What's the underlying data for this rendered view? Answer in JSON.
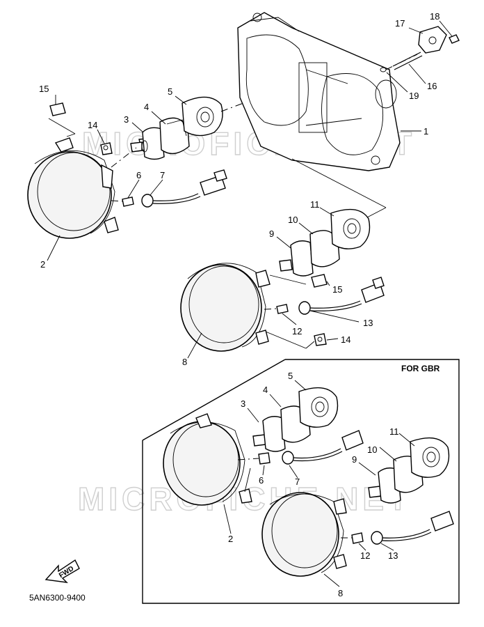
{
  "figure": {
    "watermark": "MICROFICHE.NET",
    "box_label": "FOR GBR",
    "diagram_code": "5AN6300-9400",
    "fwd_label": "FWD"
  },
  "callouts": {
    "c1": "1",
    "c2": "2",
    "c3": "3",
    "c4": "4",
    "c5": "5",
    "c6": "6",
    "c7": "7",
    "c8": "8",
    "c9": "9",
    "c10": "10",
    "c11": "11",
    "c12": "12",
    "c13": "13",
    "c14": "14",
    "c15": "15",
    "c16": "16",
    "c17": "17",
    "c18": "18",
    "c19": "19",
    "g2": "2",
    "g3": "3",
    "g4": "4",
    "g5": "5",
    "g6": "6",
    "g7": "7",
    "g8": "8",
    "g9": "9",
    "g10": "10",
    "g11": "11",
    "g12": "12",
    "g13": "13"
  }
}
